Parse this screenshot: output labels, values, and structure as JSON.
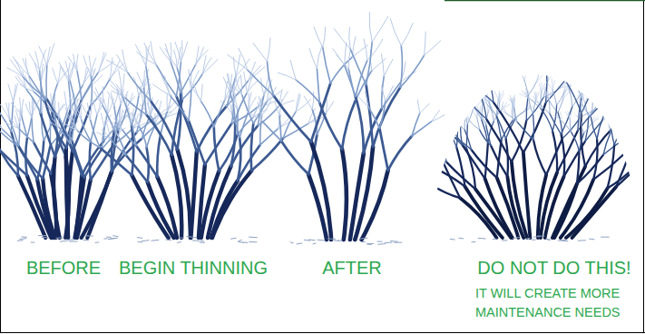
{
  "diagram": {
    "labels": [
      "BEFORE",
      "BEGIN THINNING",
      "AFTER",
      "DO NOT DO THIS!",
      "IT WILL CREATE MORE MAINTENANCE NEEDS"
    ]
  }
}
